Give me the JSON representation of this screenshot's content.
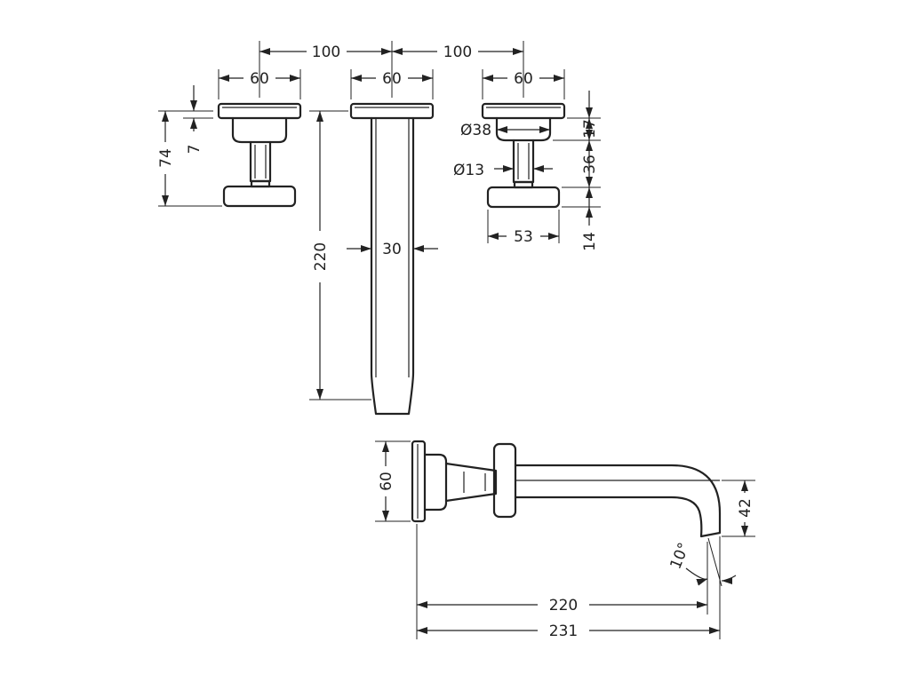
{
  "colors": {
    "line": "#222222",
    "background": "#ffffff"
  },
  "dimensions": {
    "top_spacing_left": "100",
    "top_spacing_right": "100",
    "handle_left_width": "60",
    "spout_plate_width": "60",
    "handle_right_width": "60",
    "handle_total_height": "74",
    "handle_plate_thickness": "7",
    "spout_length_top": "220",
    "spout_diameter": "30",
    "rosette_diameter": "Ø38",
    "stem_diameter": "Ø13",
    "rosette_height": "17",
    "stem_height": "36",
    "knob_height": "14",
    "knob_width": "53",
    "side_plate_height": "60",
    "outlet_height": "42",
    "outlet_angle": "10°",
    "spout_projection": "220",
    "overall_projection": "231"
  }
}
